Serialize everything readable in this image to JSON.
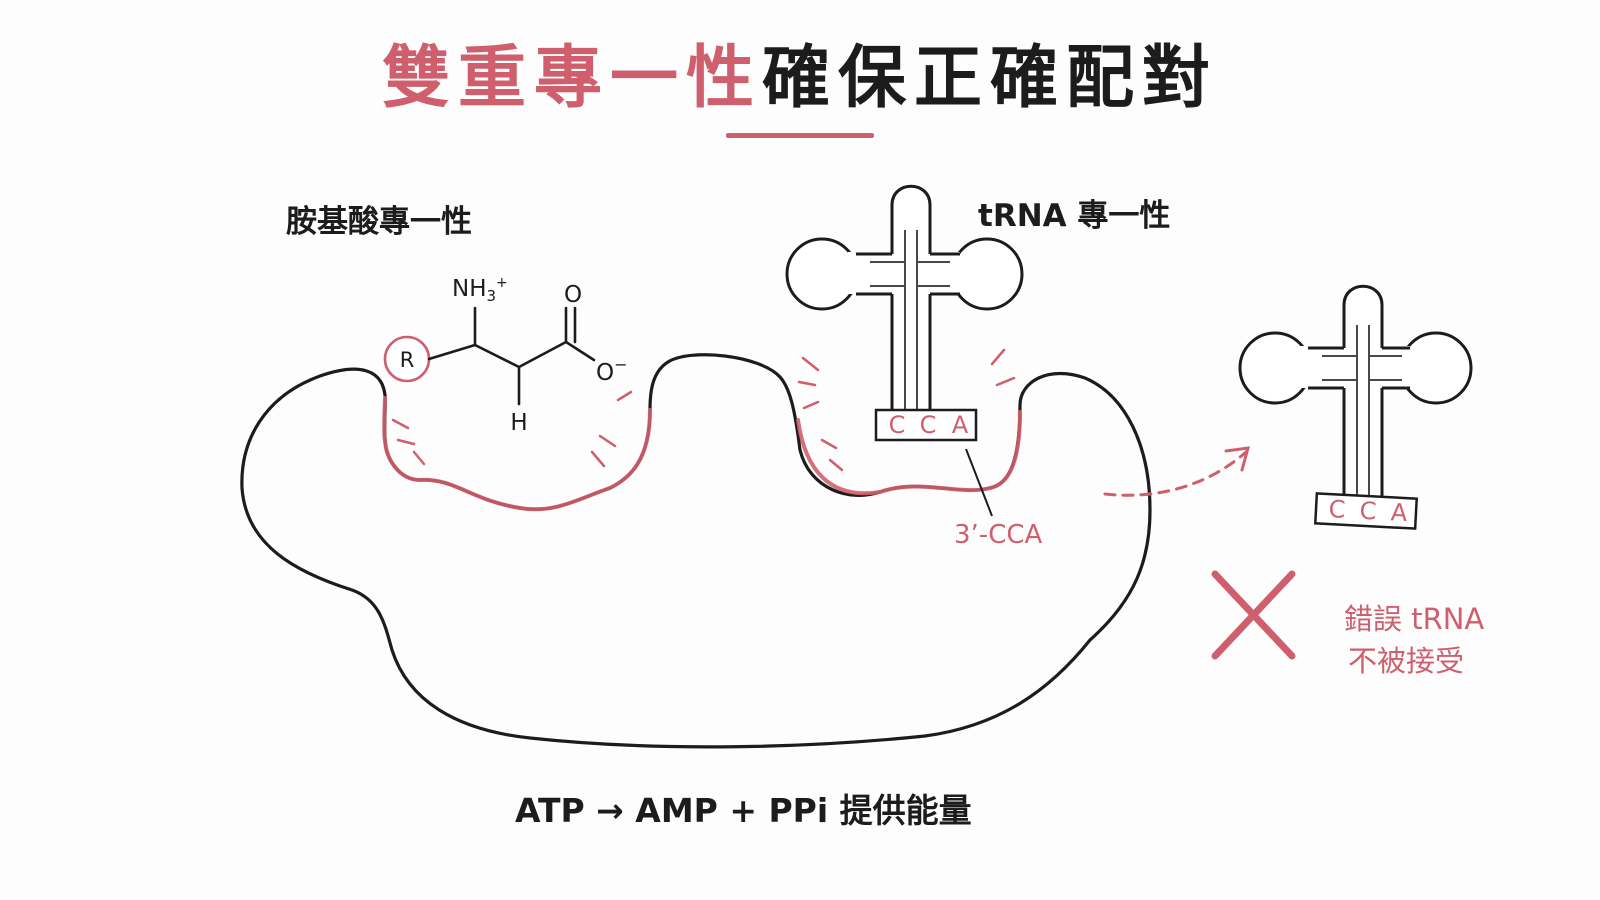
{
  "title": {
    "highlight": "雙重專一性",
    "rest": "確保正確配對"
  },
  "amino_acid_label": "胺基酸專一性",
  "trna_label": "tRNA 專一性",
  "molecule": {
    "r_group": "R",
    "amine": "NH",
    "amine_sub": "3",
    "amine_sup": "+",
    "hydrogen": "H",
    "carbonyl_o": "O",
    "carboxylate_o": "O",
    "carboxylate_charge": "−"
  },
  "trna_bound": {
    "c1": "C",
    "c2": "C",
    "a": "A"
  },
  "trna_rejected": {
    "c1": "C",
    "c2": "C",
    "a": "A"
  },
  "cca_label": "3’-CCA",
  "reject": {
    "line1": "錯誤 tRNA",
    "line2": "不被接受"
  },
  "energy_text": "ATP → AMP + PPi 提供能量",
  "colors": {
    "accent": "#cf5f6d",
    "ink": "#1c1c1c",
    "background": "#fdfdfd"
  },
  "icons": {
    "reject": "cross-icon",
    "outgoing": "dashed-arrow-icon"
  }
}
